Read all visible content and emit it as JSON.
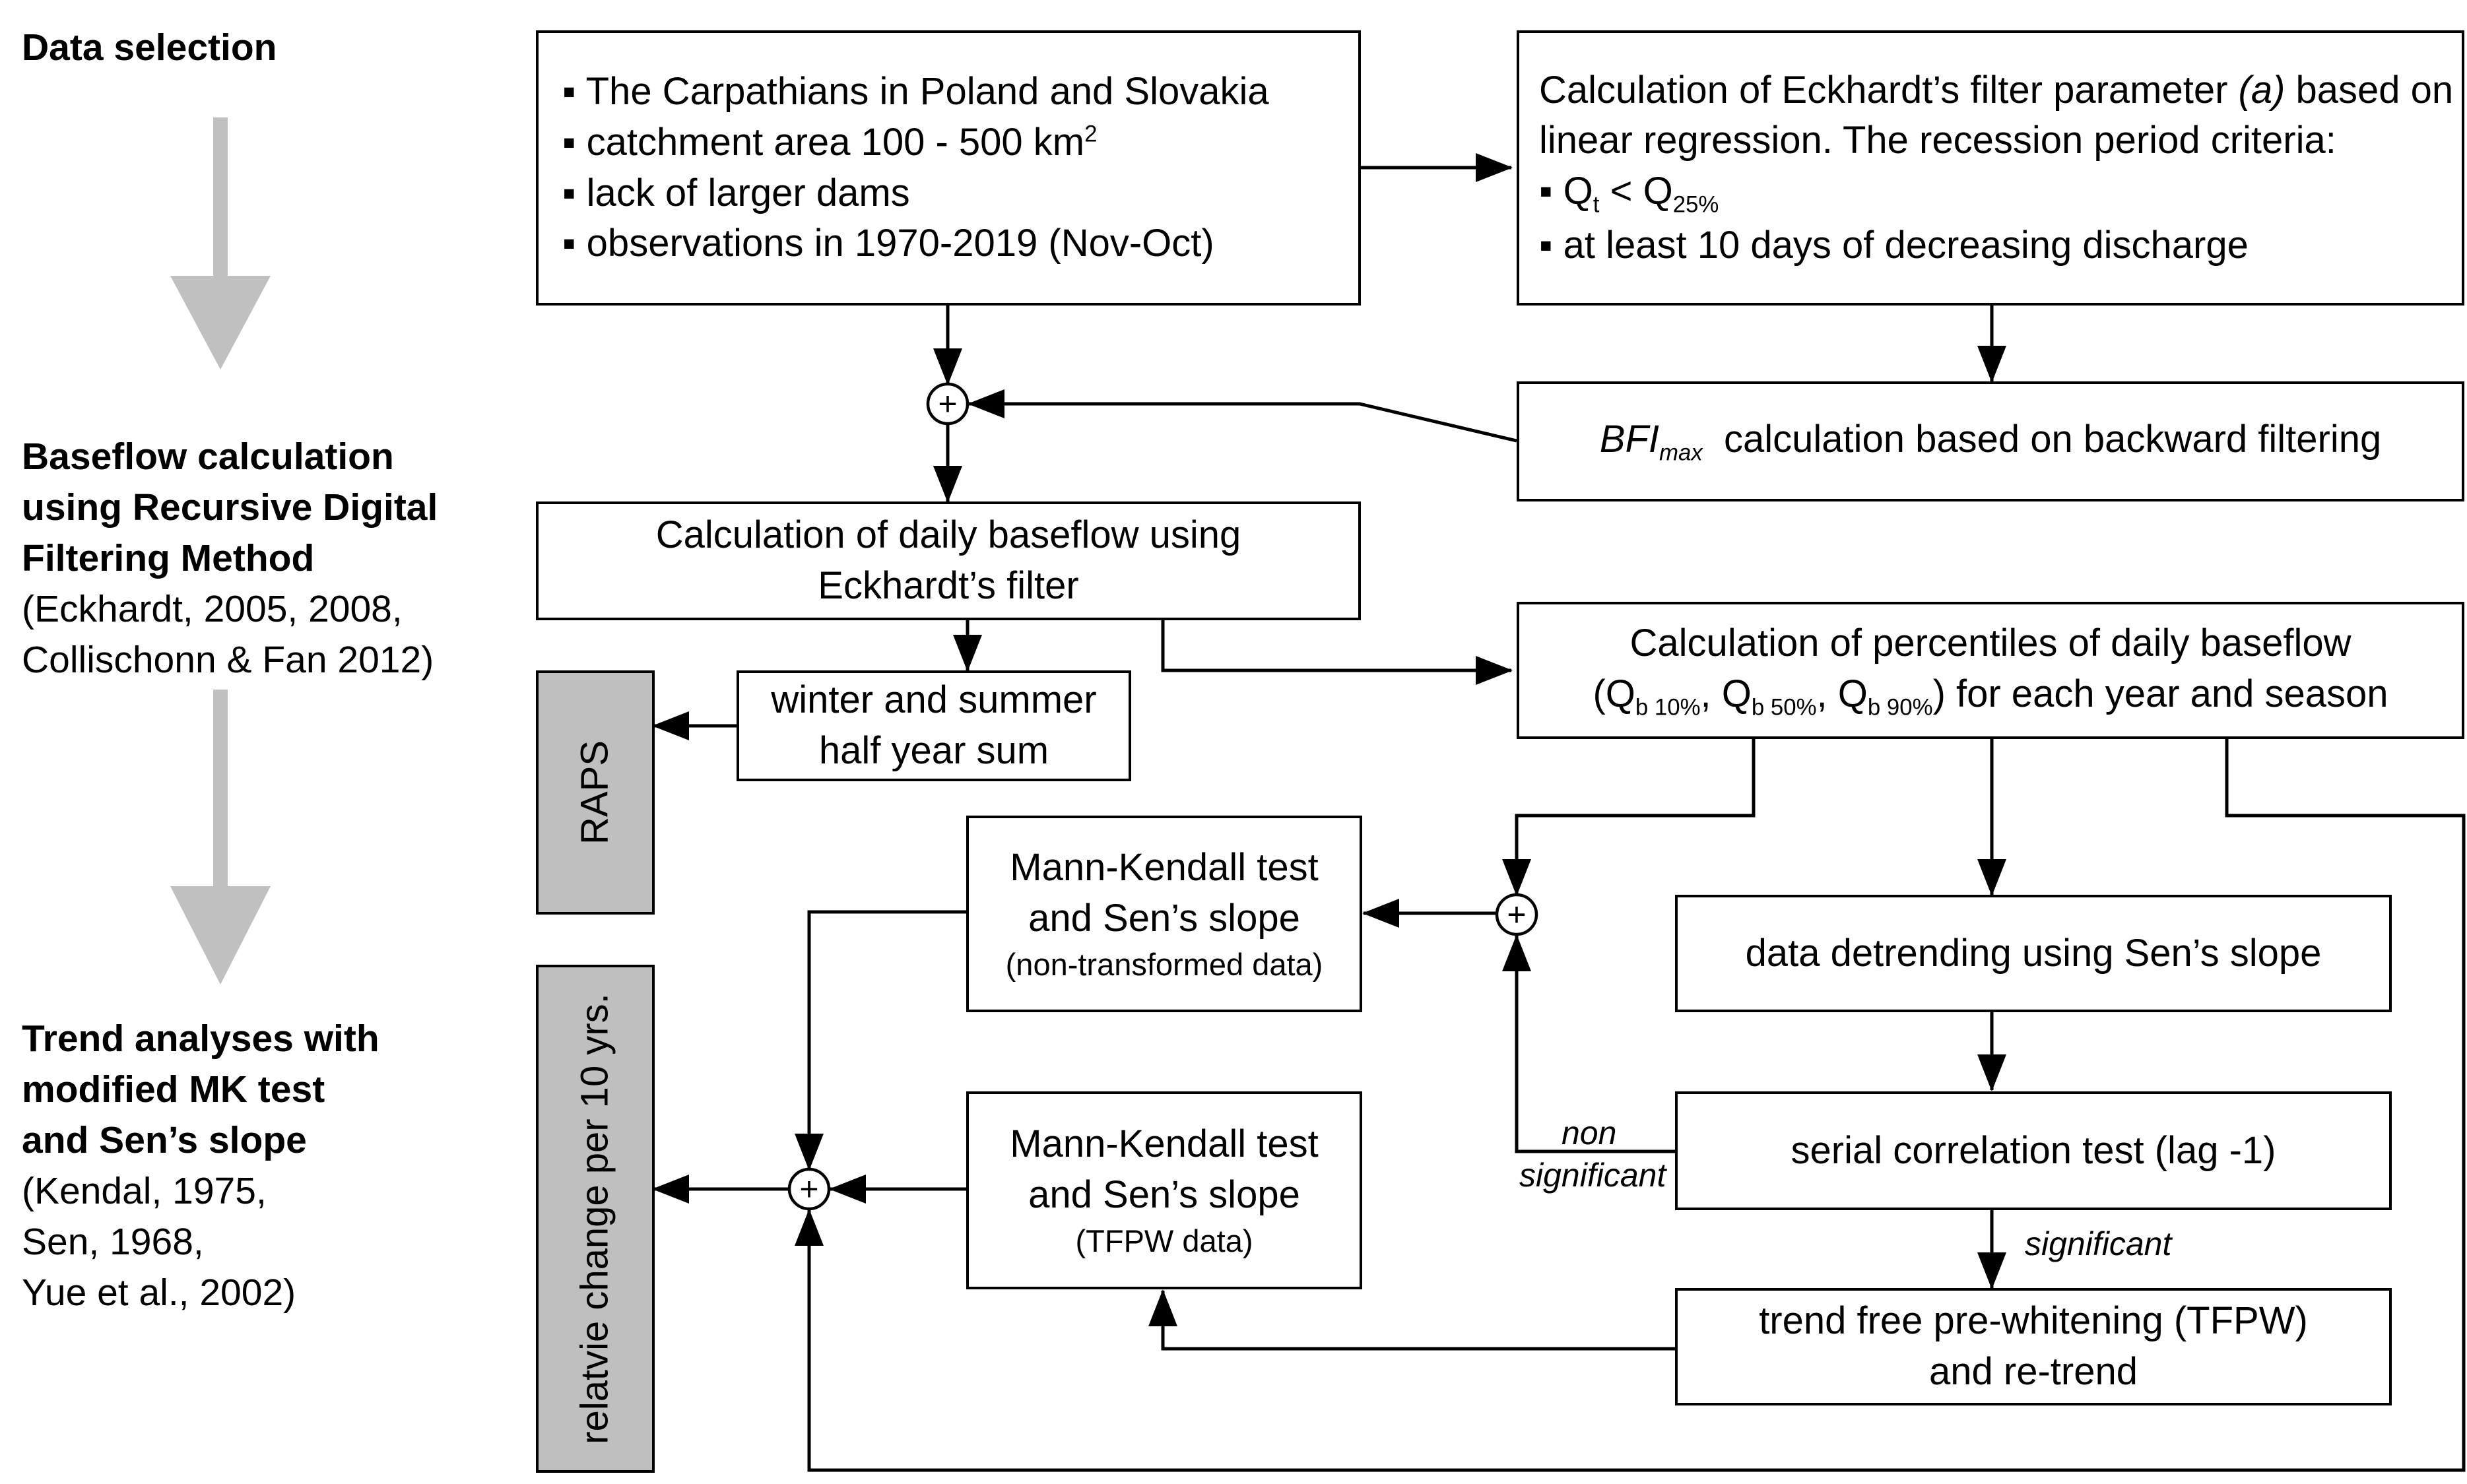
{
  "stages": {
    "s1": {
      "title": "Data selection"
    },
    "s2": {
      "title_l1": "Baseflow calculation",
      "title_l2": "using Recursive Digital",
      "title_l3": "Filtering Method",
      "ref_l1": "(Eckhardt, 2005, 2008,",
      "ref_l2": "Collischonn & Fan 2012)"
    },
    "s3": {
      "title_l1": "Trend analyses with",
      "title_l2": "modified MK test",
      "title_l3": "and Sen’s slope",
      "ref_l1": "(Kendal, 1975,",
      "ref_l2": "Sen, 1968,",
      "ref_l3": "Yue et al., 2002)"
    }
  },
  "boxes": {
    "data": {
      "b1": "▪ The Carpathians in Poland and Slovakia",
      "b2": "▪ catchment area 100 - 500 km",
      "b2_sup": "2",
      "b3": "▪ lack of larger dams",
      "b4": "▪ observations in 1970-2019 (Nov-Oct)"
    },
    "eck": {
      "l1a": "Calculation of Eckhardt’s filter parameter ",
      "l1b": "(a)",
      "l1c": " based on",
      "l2": "linear regression. The  recession period criteria:",
      "l3a": "▪ Q",
      "l3b": "t",
      "l3c": " < Q",
      "l3d": "25%",
      "l4": "▪ at least 10 days of decreasing discharge"
    },
    "bfi": {
      "a": "BFI",
      "b": "max",
      "c": "  calculation based on backward filtering"
    },
    "daily": {
      "l1": "Calculation of daily baseflow using",
      "l2": "Eckhardt’s filter"
    },
    "sum": {
      "l1": "winter and summer",
      "l2": "half year sum"
    },
    "perc": {
      "l1": "Calculation of  percentiles of daily baseflow",
      "p1": "(Q",
      "p2": "b 10%",
      "p3": ", Q",
      "p4": "b 50%",
      "p5": ", Q",
      "p6": "b 90%",
      "p7": ") for each year and season"
    },
    "raps": {
      "label": "RAPS"
    },
    "rel": {
      "label": "relatvie change per 10 yrs."
    },
    "mk1": {
      "l1": "Mann-Kendall test",
      "l2": "and Sen’s slope",
      "l3": "(non-transformed  data)"
    },
    "mk2": {
      "l1": "Mann-Kendall test",
      "l2": "and Sen’s slope",
      "l3": "(TFPW data)"
    },
    "detrend": {
      "l1": "data detrending using Sen’s slope"
    },
    "serial": {
      "l1": "serial correlation test (lag -1)"
    },
    "tfpw": {
      "l1": "trend free pre-whitening (TFPW)",
      "l2": "and re-trend"
    }
  },
  "labels": {
    "non1": "non",
    "non2": "significant",
    "sig": "significant"
  },
  "symbols": {
    "junction": "+"
  }
}
